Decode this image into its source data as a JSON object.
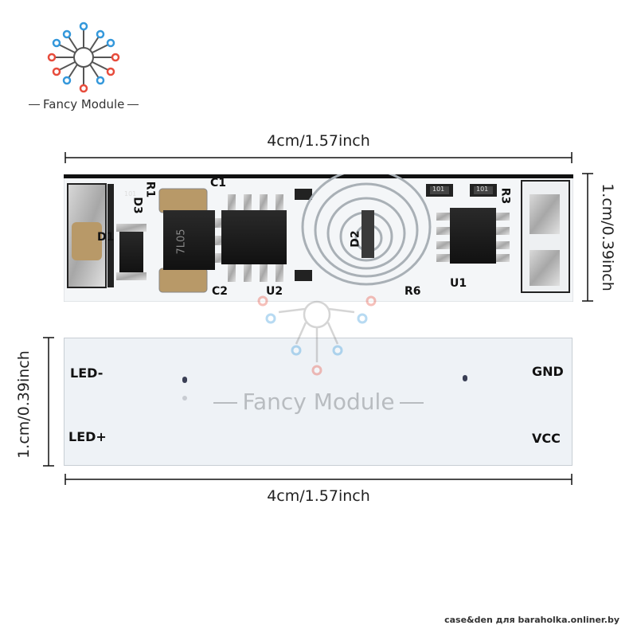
{
  "brand": {
    "name": "Fancy Module",
    "logo_colors": {
      "primary": "#e74c3c",
      "secondary": "#3498db",
      "line": "#555555"
    }
  },
  "top_board": {
    "width_label": "4cm/1.57inch",
    "height_label": "1.cm/0.39inch",
    "silkscreen": [
      "C1",
      "C2",
      "U2",
      "D3",
      "R1",
      "D2",
      "R6",
      "U1",
      "R3",
      "D1"
    ],
    "component_markings": [
      "101",
      "101",
      "101",
      "7L05"
    ]
  },
  "bottom_board": {
    "width_label": "4cm/1.57inch",
    "height_label": "1.cm/0.39inch",
    "pads": {
      "led_minus": "LED-",
      "led_plus": "LED+",
      "gnd": "GND",
      "vcc": "VCC"
    },
    "watermark": "Fancy Module"
  },
  "credit": "case&den для baraholka.onliner.by"
}
